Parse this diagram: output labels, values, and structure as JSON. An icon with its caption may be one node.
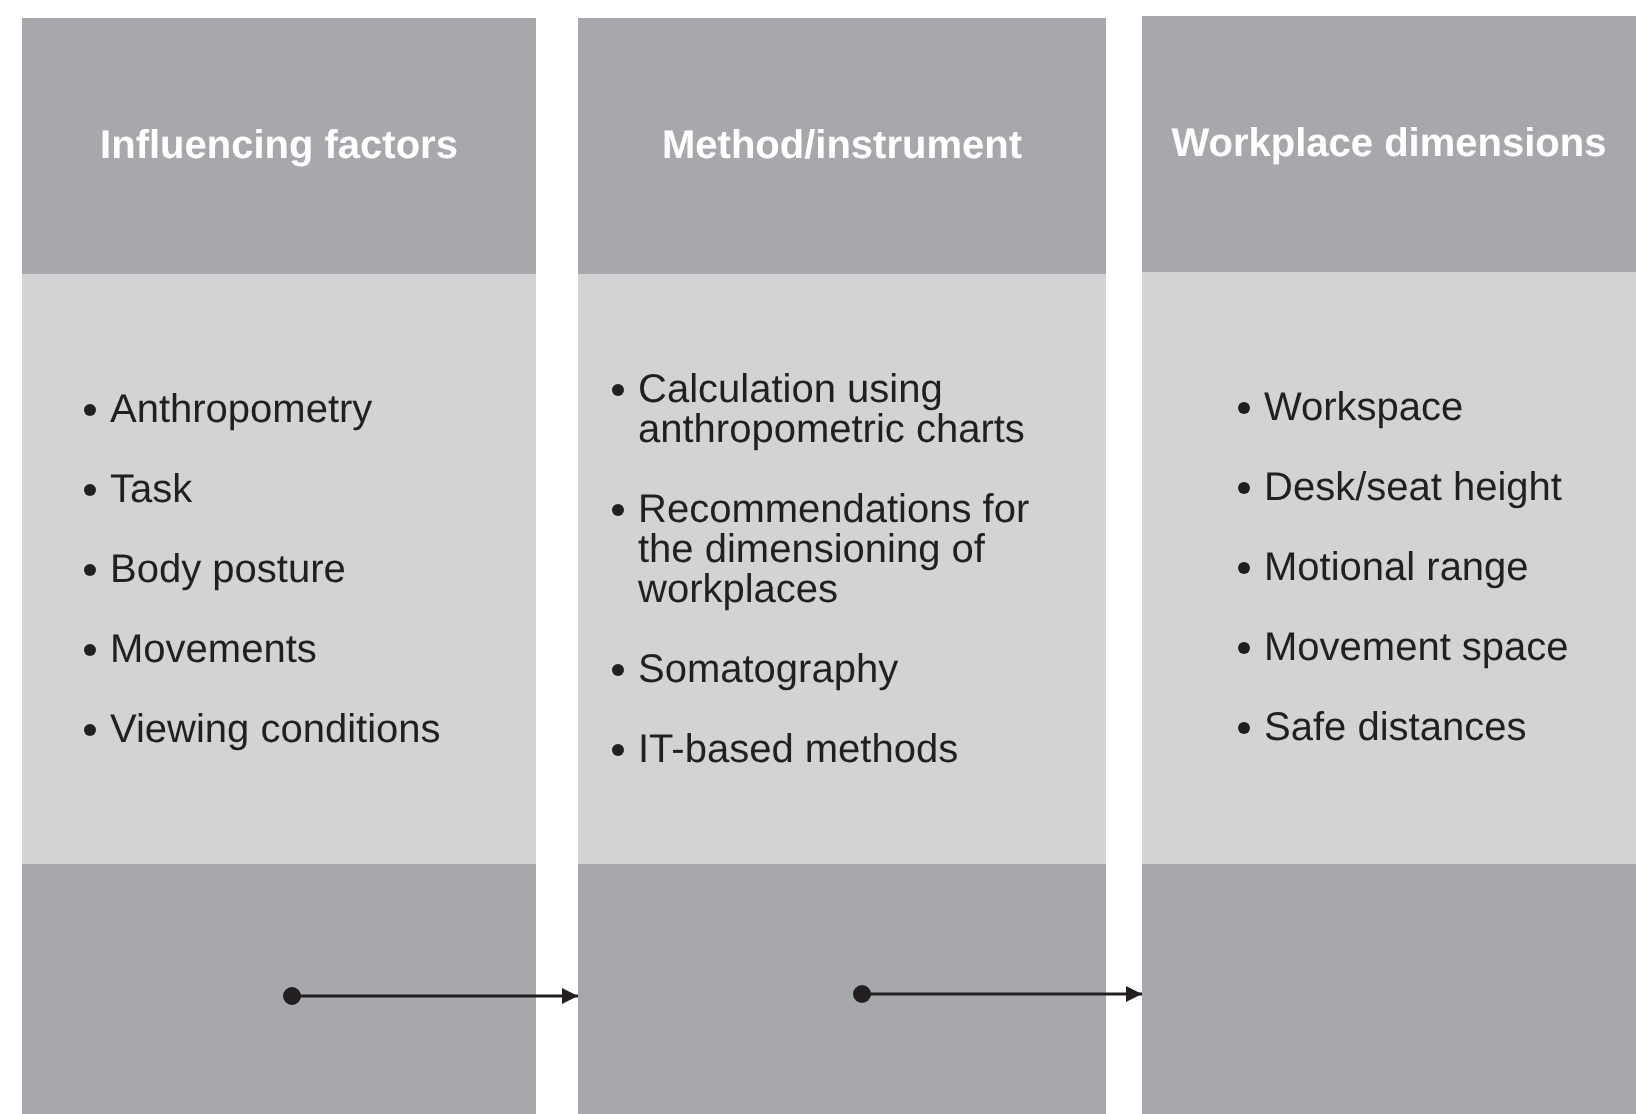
{
  "diagram": {
    "nodes": [
      {
        "text": [
          "Influencing factors",
          "Anthropometry",
          "Task",
          "Body posture",
          "Movements",
          "Viewing conditions"
        ]
      },
      {
        "text": [
          "Method/instrument",
          "Calculation using anthropometric charts",
          "Recommendations for the dimensioning of workplaces",
          "Somatography",
          "IT-based methods"
        ]
      },
      {
        "text": [
          "Workplace dimensions",
          "Workspace",
          "Desk/seat height",
          "Motional range",
          "Movement space",
          "Safe distances"
        ]
      }
    ],
    "edges": [
      {
        "from": 0,
        "to": 1,
        "arrow": "to"
      },
      {
        "from": 1,
        "to": 2,
        "arrow": "to"
      }
    ]
  }
}
